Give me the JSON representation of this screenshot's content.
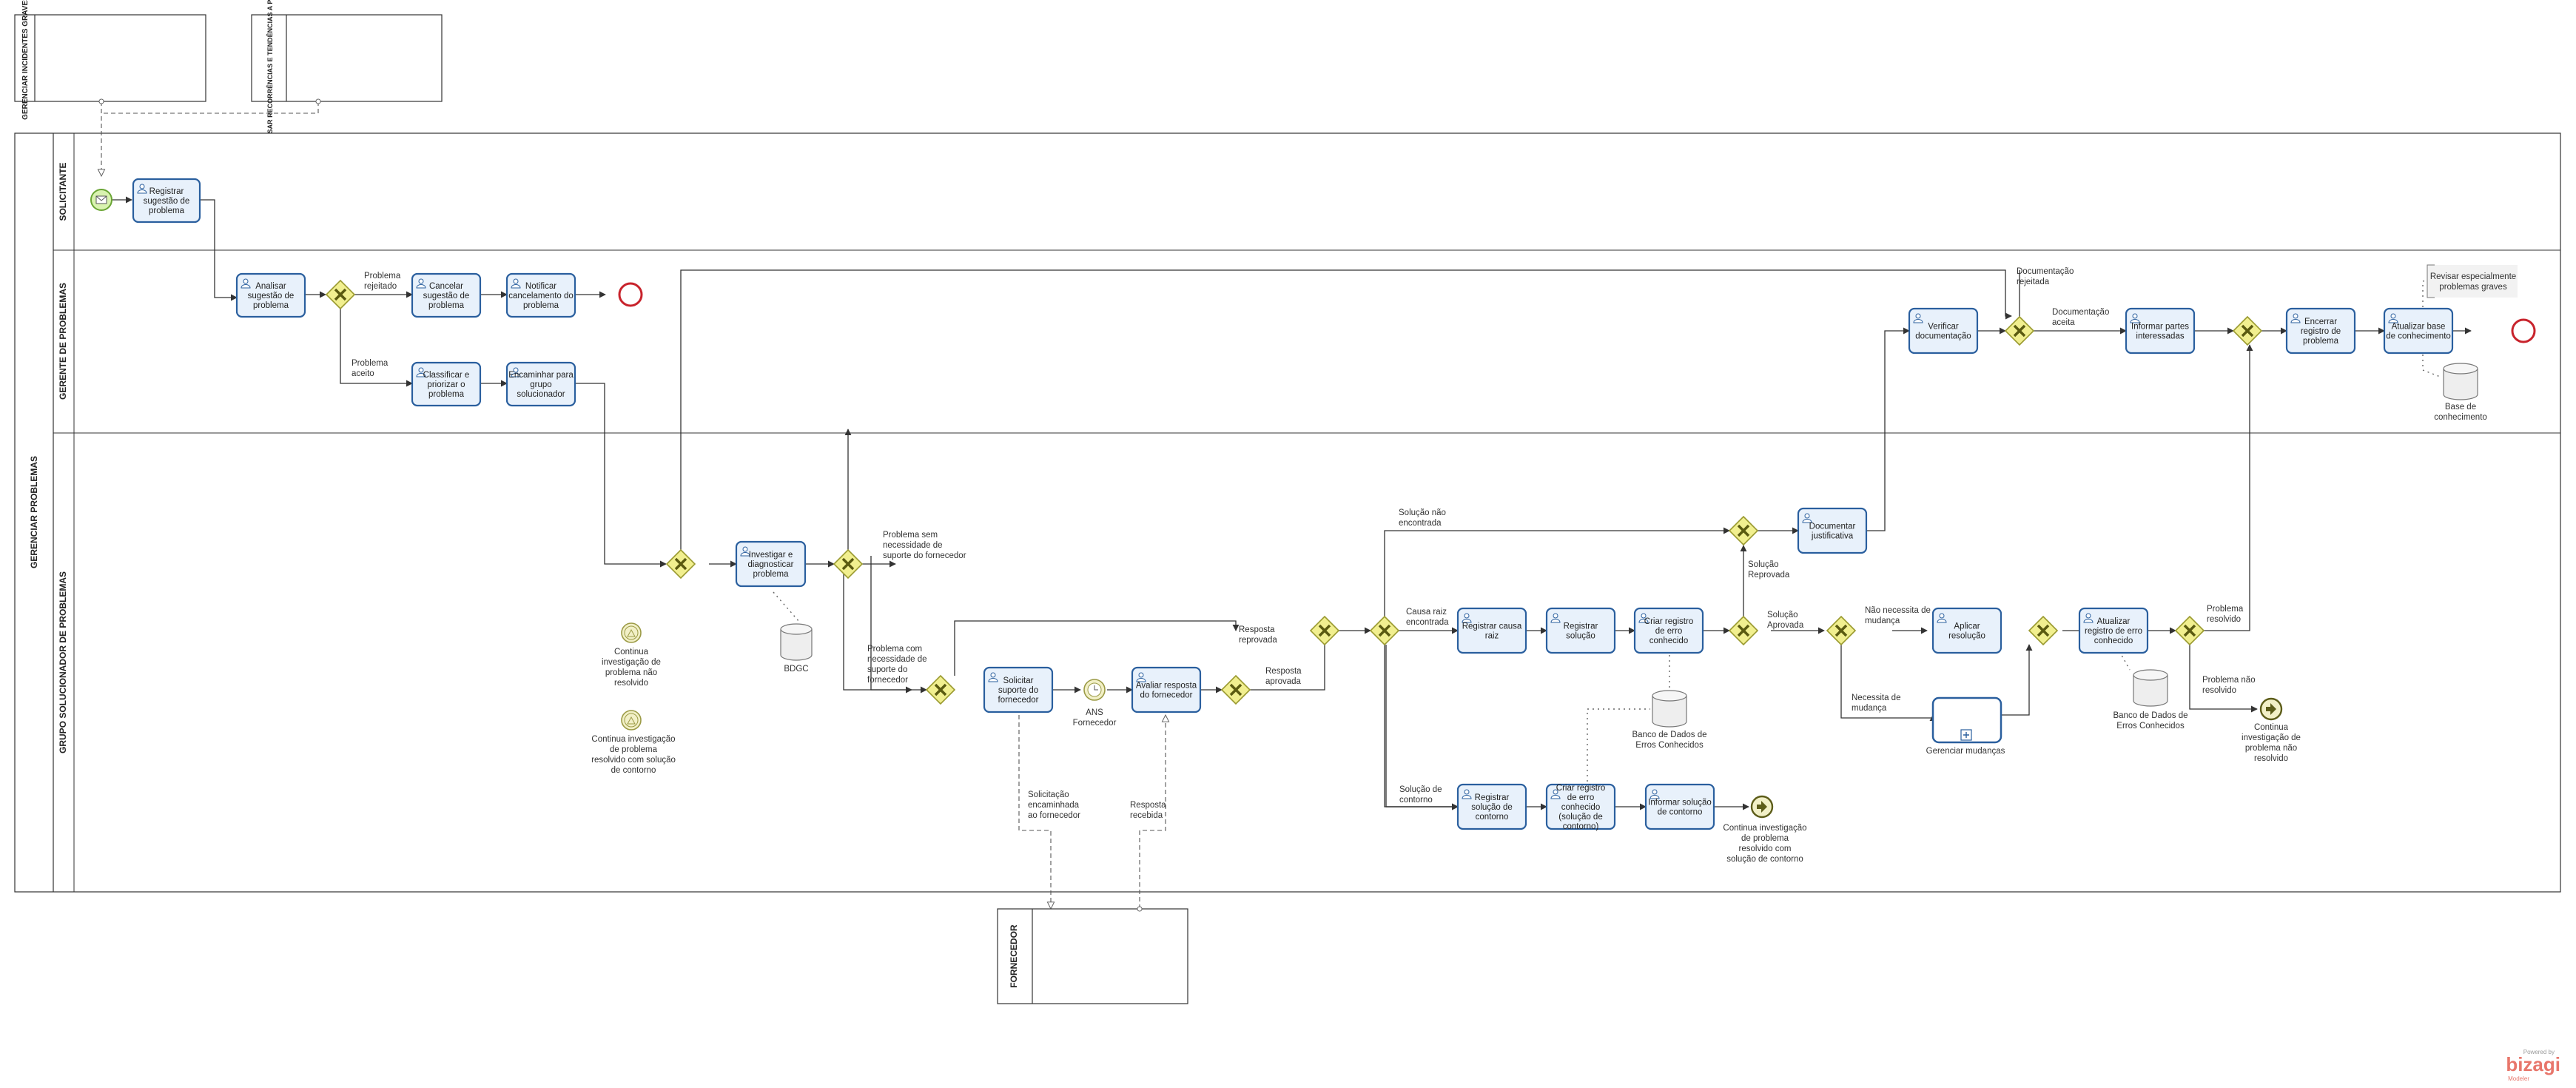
{
  "pools": {
    "main": "GERENCIAR PROBLEMAS",
    "incidentes": "GERENCIAR INCIDENTES GRAVES",
    "recorrencias": "ANALISAR RECORRÊNCIAS E TENDÊNCIAS A PROBLEMAS",
    "fornecedor": "FORNECEDOR"
  },
  "lanes": {
    "solicitante": "SOLICITANTE",
    "gerente": "GERENTE DE PROBLEMAS",
    "grupo": "GRUPO SOLUCIONADOR DE PROBLEMAS"
  },
  "tasks": {
    "registrar_sugestao": "Registrar sugestão de problema",
    "analisar_sugestao": "Analisar sugestão de problema",
    "cancelar_sugestao": "Cancelar sugestão de problema",
    "notificar_cancelamento": "Notificar cancelamento do problema",
    "classificar": "Classificar e priorizar o problema",
    "encaminhar": "Encaminhar para grupo solucionador",
    "verificar_doc": "Verificar documentação",
    "informar_partes": "Informar partes interessadas",
    "encerrar": "Encerrar registro de problema",
    "atualizar_base": "Atualizar base de conhecimento",
    "investigar": "Investigar e diagnosticar problema",
    "solicitar_suporte": "Solicitar suporte do fornecedor",
    "avaliar_resposta": "Avaliar resposta do fornecedor",
    "documentar": "Documentar justificativa",
    "registrar_causa": "Registrar causa raiz",
    "registrar_solucao": "Registrar solução",
    "criar_registro": "Criar registro de erro conhecido",
    "aplicar": "Aplicar resolução",
    "atualizar_registro": "Atualizar registro de erro conhecido",
    "gerenciar_mudancas": "Gerenciar mudanças",
    "registrar_contorno": "Registrar solução de contorno",
    "criar_registro_contorno": "Criar registro de erro conhecido (solução de contorno)",
    "informar_contorno": "Informar solução de contorno"
  },
  "labels": {
    "problema_rejeitado": "Problema rejeitado",
    "problema_aceito": "Problema aceito",
    "documentacao_rejeitada": "Documentação rejeitada",
    "documentacao_aceita": "Documentação aceita",
    "sem_suporte": "Problema sem necessidade de suporte do fornecedor",
    "com_suporte": "Problema com necessidade de suporte do fornecedor",
    "resposta_reprovada": "Resposta reprovada",
    "resposta_aprovada": "Resposta aprovada",
    "solucao_nao_encontrada": "Solução não encontrada",
    "solucao_reprovada": "Solução Reprovada",
    "causa_raiz": "Causa raiz encontrada",
    "solucao_aprovada": "Solução Aprovada",
    "nao_necessita": "Não necessita de mudança",
    "necessita": "Necessita de mudança",
    "problema_resolvido": "Problema resolvido",
    "problema_nao_resolvido": "Problema não resolvido",
    "solucao_contorno": "Solução de contorno",
    "ans_fornecedor": "ANS Fornecedor",
    "solicitacao_encaminhada": "Solicitação encaminhada ao fornecedor",
    "resposta_recebida": "Resposta recebida",
    "continua_nao_resolvido": "Continua investigação de problema não resolvido",
    "continua_contorno": "Continua investigação de problema resolvido com solução de contorno",
    "bdgc": "BDGC",
    "banco_erros_1": "Banco de Dados de Erros Conhecidos",
    "banco_erros_2": "Banco de Dados de Erros Conhecidos",
    "base_conhecimento": "Base de conhecimento",
    "revisar_nota": "Revisar especialmente problemas graves"
  },
  "branding": {
    "powered": "Powered by",
    "name": "bizagi",
    "sub": "Modeler"
  },
  "colors": {
    "task_fill": "#e8f1fb",
    "task_border": "#2a5f9e",
    "gateway_fill": "#f1ef8f",
    "gateway_border": "#9a9a30",
    "start_fill": "#d9f3b0",
    "start_border": "#6aa534",
    "end_border": "#c8232c",
    "inter_fill": "#f2f0c7",
    "inter_border": "#9b9a45",
    "brand": "#e8766b"
  }
}
